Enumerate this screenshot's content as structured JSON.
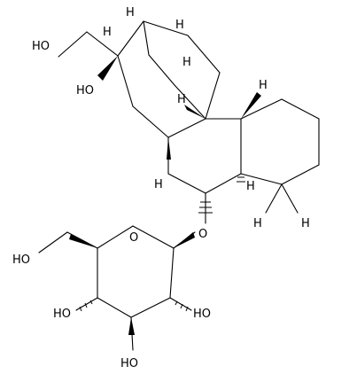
{
  "structure": {
    "atom_labels": {
      "hydroxymethyl_oh": "HO",
      "c16_oh": "HO",
      "ring_o": "O",
      "sugar_c6_oh": "HO",
      "glycosidic_o": "O",
      "sugar_c4_oh": "HO",
      "sugar_c2_oh": "HO",
      "sugar_c3_oh": "HO"
    },
    "stereo_hydrogens": [
      "H",
      "H",
      "H",
      "H",
      "H",
      "H",
      "H",
      "H",
      "H",
      "H"
    ]
  }
}
